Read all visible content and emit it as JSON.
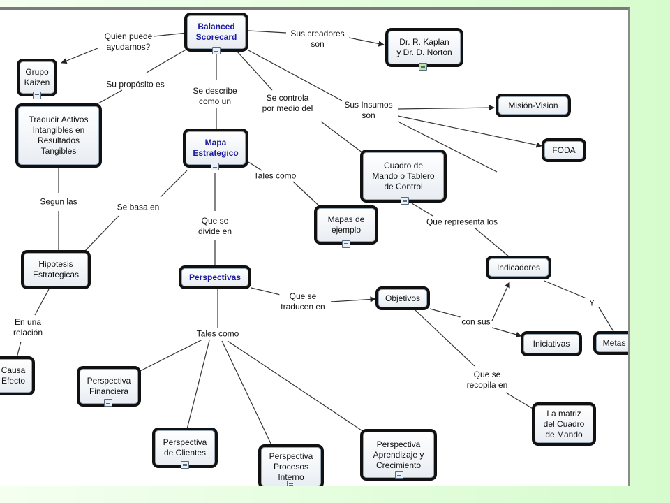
{
  "nodes": {
    "balanced_scorecard": "Balanced\nScorecard",
    "grupo_kaizen": "Grupo\nKaizen",
    "traducir_activos": "Traducir Activos\nIntangibles en\nResultados\nTangibles",
    "kaplan_norton": "Dr. R. Kaplan\ny Dr. D. Norton",
    "mision_vision": "Misión-Vision",
    "foda": "FODA",
    "mapa_estrategico": "Mapa\nEstrategico",
    "cuadro_mando": "Cuadro de\nMando o Tablero\nde Control",
    "mapas_ejemplo": "Mapas de\nejemplo",
    "hipotesis": "Hipotesis\nEstrategicas",
    "perspectivas": "Perspectivas",
    "indicadores": "Indicadores",
    "objetivos": "Objetivos",
    "iniciativas": "Iniciativas",
    "metas": "Metas",
    "causa_efecto": "Causa\nEfecto",
    "persp_financiera": "Perspectiva\nFinanciera",
    "persp_clientes": "Perspectiva\nde Clientes",
    "persp_procesos": "Perspectiva\nProcesos\nInterno",
    "persp_aprendizaje": "Perspectiva\nAprendizaje y\nCrecimiento",
    "matriz_cuadro": "La matriz\ndel Cuadro\nde Mando"
  },
  "links": {
    "quien_puede": "Quien puede\nayudarnos?",
    "sus_creadores": "Sus creadores\nson",
    "su_proposito": "Su propósito es",
    "se_describe": "Se describe\ncomo un",
    "se_controla": "Se controla\npor medio del",
    "sus_insumos": "Sus Insumos\nson",
    "tales_como_1": "Tales como",
    "segun_las": "Segun las",
    "se_basa_en": "Se basa en",
    "que_se_divide": "Que se\ndivide en",
    "que_representa": "Que representa los",
    "que_se_traducen": "Que se\ntraducen en",
    "y": "Y",
    "con_sus": "con sus",
    "en_una_relacion": "En una\nrelación",
    "tales_como_2": "Tales como",
    "que_se_recopila": "Que se\nrecopila en"
  },
  "icons": [
    "document-icon",
    "image-icon",
    "model-icon"
  ]
}
